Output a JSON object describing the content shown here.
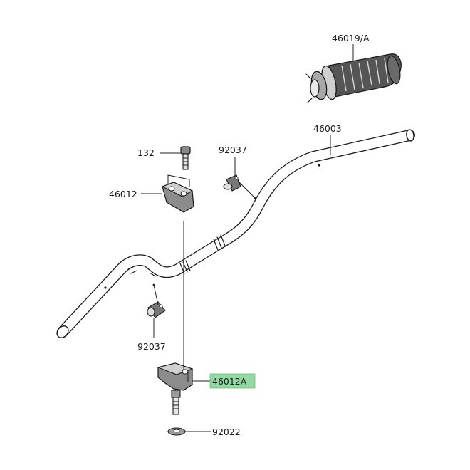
{
  "parts": {
    "grip": "46019/A",
    "handlebar": "46003",
    "bolt": "132",
    "clamp_right": "92037",
    "upper_holder": "46012",
    "clamp_left": "92037",
    "lower_holder": "46012A",
    "washer": "92022"
  },
  "colors": {
    "highlight": "#93d9a3",
    "ink": "#1a1a1a"
  }
}
